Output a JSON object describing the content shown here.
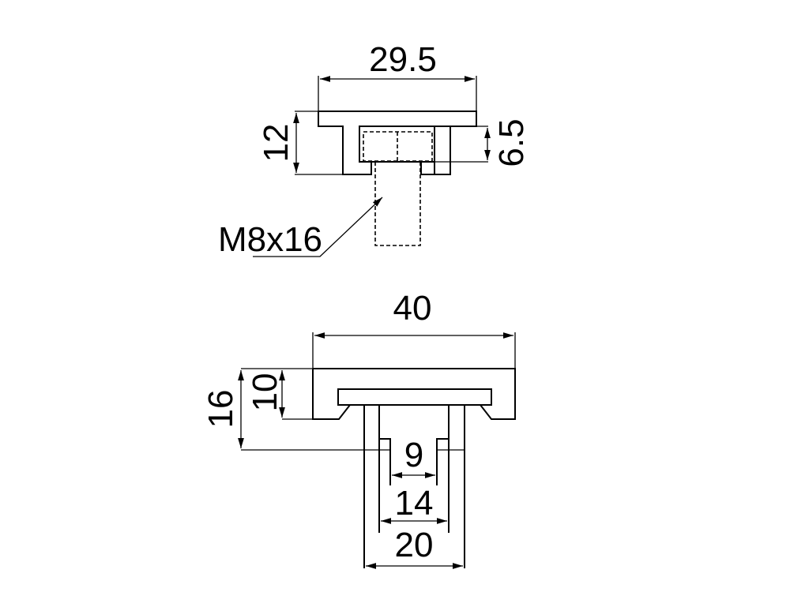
{
  "top_view": {
    "width_label": "29.5",
    "height_label": "12",
    "slot_height_label": "6.5",
    "bolt_label": "M8x16"
  },
  "bottom_view": {
    "width_label": "40",
    "height_label": "16",
    "upper_height_label": "10",
    "inner_slot_label": "9",
    "middle_slot_label": "14",
    "stem_width_label": "20"
  }
}
